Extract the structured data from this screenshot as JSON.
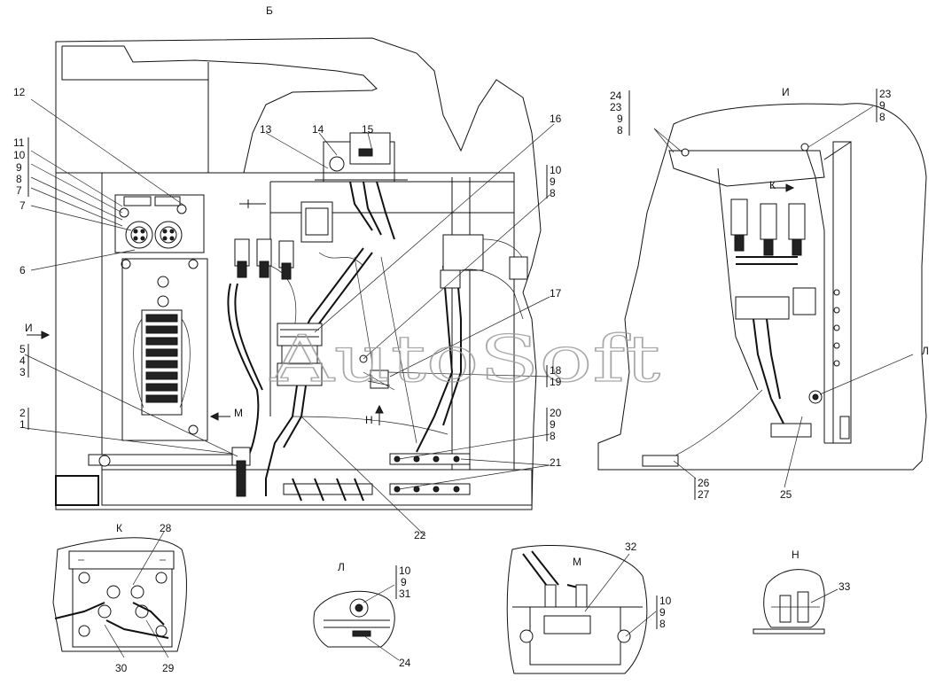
{
  "views": {
    "B": "Б",
    "I": "И",
    "K": "К",
    "L": "Л",
    "M": "М",
    "N": "Н"
  },
  "watermark": "AutoSoft",
  "callouts": {
    "n1": "1",
    "n2": "2",
    "n3": "3",
    "n4": "4",
    "n5": "5",
    "n6": "6",
    "n7": "7",
    "n8": "8",
    "n9": "9",
    "n10": "10",
    "n11": "11",
    "n12": "12",
    "n13": "13",
    "n14": "14",
    "n15": "15",
    "n16": "16",
    "n17": "17",
    "n18": "18",
    "n19": "19",
    "n20": "20",
    "n21": "21",
    "n22": "22",
    "n23": "23",
    "n24": "24",
    "n25": "25",
    "n26": "26",
    "n27": "27",
    "n28": "28",
    "n29": "29",
    "n30": "30",
    "n31": "31",
    "n32": "32",
    "n33": "33"
  },
  "colors": {
    "line": "#111111",
    "watermark": "#9a9a9a",
    "background": "#ffffff"
  }
}
